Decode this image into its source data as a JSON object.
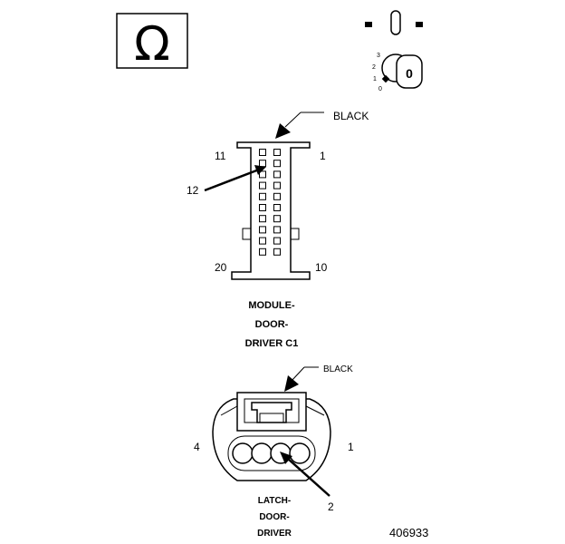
{
  "ohmmeter_icon": {
    "icon": "ohm-icon",
    "symbol": "Ω"
  },
  "ignition_icon": {
    "icon": "ignition-key-off-icon",
    "key_label": "0",
    "positions": [
      "3",
      "2",
      "1",
      "0"
    ]
  },
  "connector_c1": {
    "wire_color": "BLACK",
    "pin_top_left": "11",
    "pin_top_right": "1",
    "pin_bottom_left": "20",
    "pin_bottom_right": "10",
    "probe_pin": "12",
    "name_lines": [
      "MODULE-",
      "DOOR-",
      "DRIVER C1"
    ]
  },
  "connector_latch": {
    "wire_color": "BLACK",
    "pin_left": "4",
    "pin_right": "1",
    "probe_pin": "2",
    "name_lines": [
      "LATCH-",
      "DOOR-",
      "DRIVER"
    ]
  },
  "figure_number": "406933"
}
